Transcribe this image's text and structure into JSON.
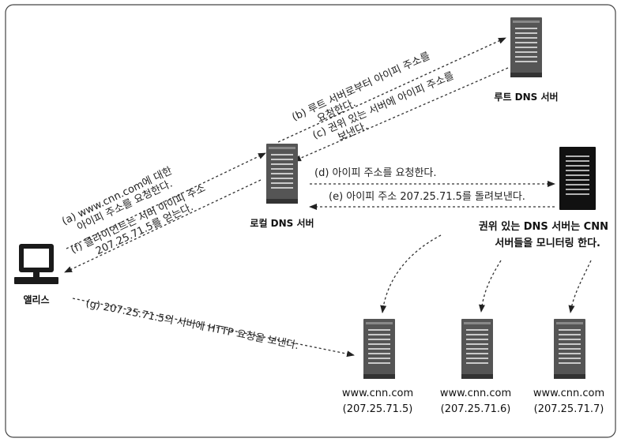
{
  "nodes": {
    "root_dns": "루트 DNS 서버",
    "local_dns": "로컬 DNS 서버",
    "alice": "앨리스",
    "cnn_note": [
      "권위 있는 DNS 서버는 CNN",
      "서버들을 모니터링 한다."
    ]
  },
  "servers": [
    {
      "host": "www.cnn.com",
      "ip": "(207.25.71.5)"
    },
    {
      "host": "www.cnn.com",
      "ip": "(207.25.71.6)"
    },
    {
      "host": "www.cnn.com",
      "ip": "(207.25.71.7)"
    }
  ],
  "steps": {
    "a": [
      "(a) www.cnn.com에 대한",
      "아이피 주소를 요청한다."
    ],
    "f": [
      "(f) 클라이언트는 서버 아이피 주소",
      "207.25.71.5를 얻는다."
    ],
    "b": [
      "(b) 루트 서버로부터 아이피 주소를",
      "요청한다."
    ],
    "c": [
      "(c) 권위 있는 서버에 아이피 주소를",
      "보낸다."
    ],
    "d": "(d) 아이피 주소를 요청한다.",
    "e": "(e) 아이피 주소 207.25.71.5를 돌려보낸다.",
    "g": "(g) 207.25.71.5의 서버에 HTTP 요청을 보낸다."
  }
}
